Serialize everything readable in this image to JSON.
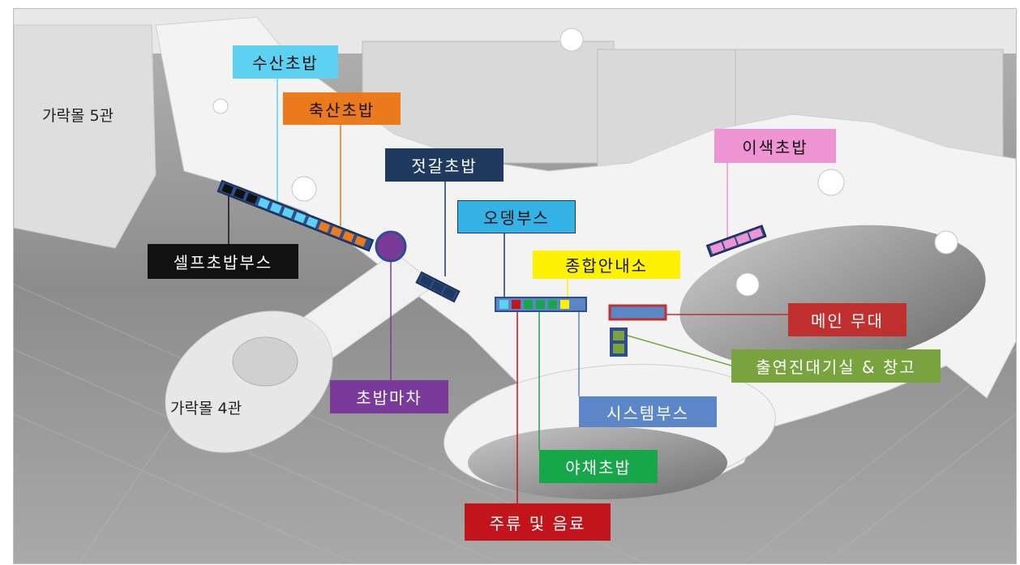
{
  "map": {
    "buildings": [
      {
        "id": "mall5",
        "label": "가락몰 5관"
      },
      {
        "id": "mall4",
        "label": "가락몰 4관"
      }
    ],
    "labels": [
      {
        "id": "susan",
        "text": "수산초밥",
        "bg": "#5dd1f2",
        "fg": "#111111"
      },
      {
        "id": "chuksan",
        "text": "축산초밥",
        "bg": "#ea7a1c",
        "fg": "#111111"
      },
      {
        "id": "jeotgal",
        "text": "젓갈초밥",
        "bg": "#1f3a5e",
        "fg": "#ffffff"
      },
      {
        "id": "odeng",
        "text": "오뎅부스",
        "bg": "#34b2e6",
        "fg": "#111111"
      },
      {
        "id": "info",
        "text": "종합안내소",
        "bg": "#fff200",
        "fg": "#111111"
      },
      {
        "id": "isaek",
        "text": "이색초밥",
        "bg": "#ef94d3",
        "fg": "#111111"
      },
      {
        "id": "mainstage",
        "text": "메인 무대",
        "bg": "#c0302e",
        "fg": "#ffffff"
      },
      {
        "id": "waiting",
        "text": "출연진대기실 & 창고",
        "bg": "#79a33f",
        "fg": "#ffffff"
      },
      {
        "id": "system",
        "text": "시스템부스",
        "bg": "#5b87c8",
        "fg": "#ffffff"
      },
      {
        "id": "yachae",
        "text": "야채초밥",
        "bg": "#17a64a",
        "fg": "#ffffff"
      },
      {
        "id": "juryu",
        "text": "주류 및 음료",
        "bg": "#c2141b",
        "fg": "#ffffff"
      },
      {
        "id": "self",
        "text": "셀프초밥부스",
        "bg": "#111111",
        "fg": "#ffffff"
      },
      {
        "id": "macha",
        "text": "초밥마차",
        "bg": "#7a3a99",
        "fg": "#ffffff"
      }
    ]
  }
}
